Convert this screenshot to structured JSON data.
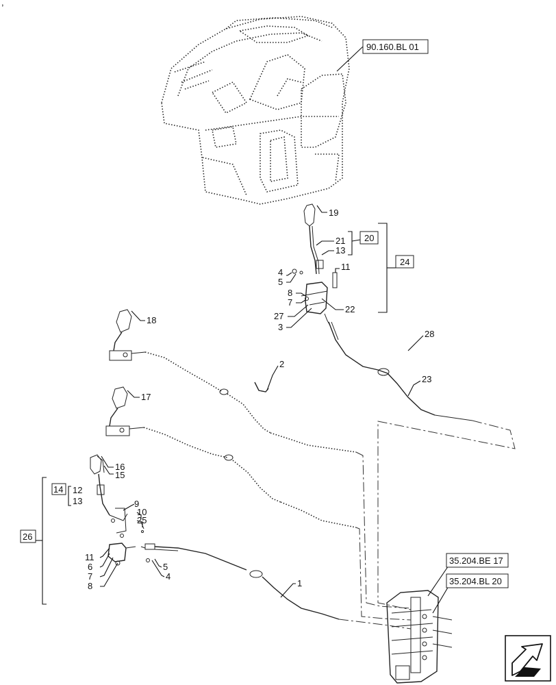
{
  "diagram": {
    "refs": {
      "cab": "90.160.BL 01",
      "valve_a": "35.204.BE 17",
      "valve_b": "35.204.BL 20"
    },
    "boxed": {
      "b20": "20",
      "b24": "24",
      "b14": "14",
      "b26": "26"
    },
    "callouts": {
      "c19": "19",
      "c21": "21",
      "c13a": "13",
      "c4a": "4",
      "c5a": "5",
      "c11a": "11",
      "c8a": "8",
      "c7a": "7",
      "c27": "27",
      "c3": "3",
      "c22": "22",
      "c28": "28",
      "c18": "18",
      "c2": "2",
      "c23": "23",
      "c17": "17",
      "c16": "16",
      "c15": "15",
      "c12": "12",
      "c13b": "13",
      "c9": "9",
      "c10": "10",
      "c25": "25",
      "c11b": "11",
      "c6": "6",
      "c7b": "7",
      "c8b": "8",
      "c5b": "5",
      "c4b": "4",
      "c1": "1"
    },
    "corner_mark": ","
  }
}
